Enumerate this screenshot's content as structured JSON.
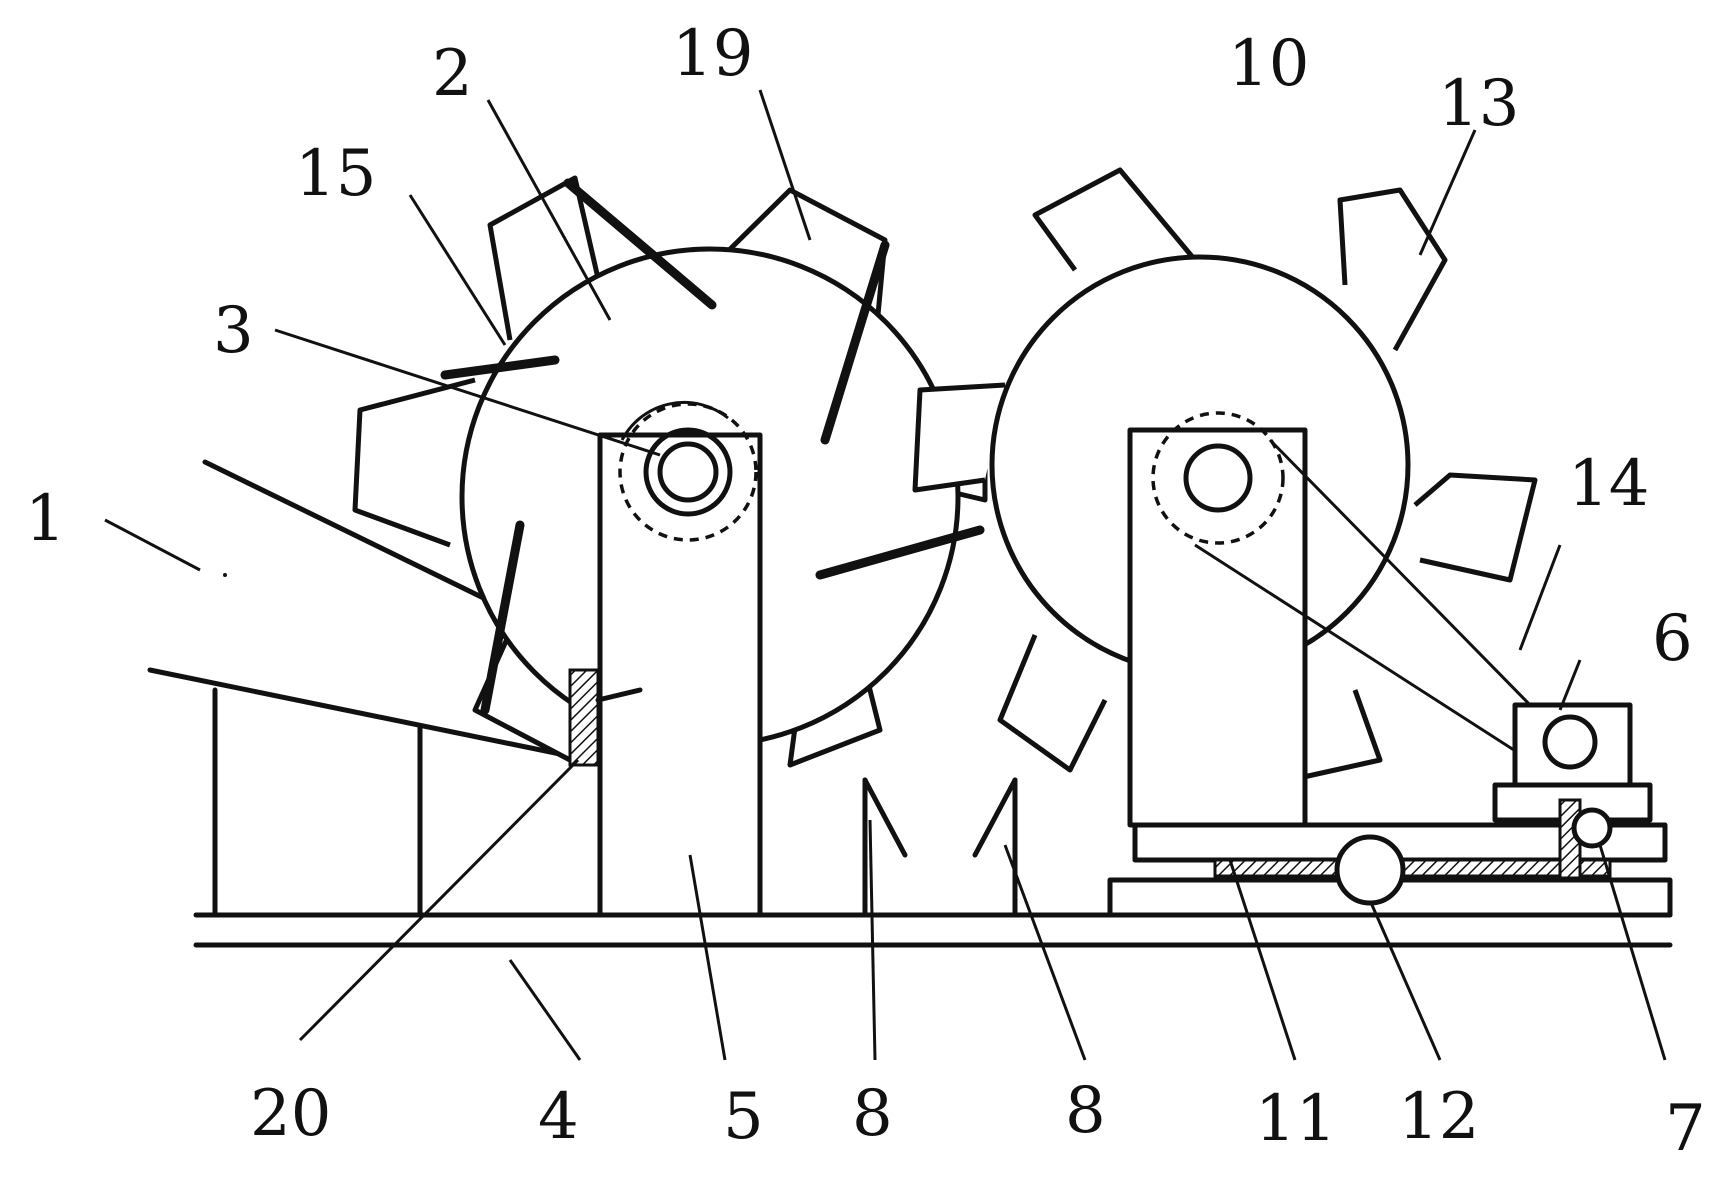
{
  "labels": {
    "l1": "1",
    "l2": "2",
    "l3": "3",
    "l4": "4",
    "l5": "5",
    "l6": "6",
    "l7": "7",
    "l8a": "8",
    "l8b": "8",
    "l10": "10",
    "l11": "11",
    "l12": "12",
    "l13": "13",
    "l14": "14",
    "l15": "15",
    "l19": "19",
    "l20": "20"
  }
}
